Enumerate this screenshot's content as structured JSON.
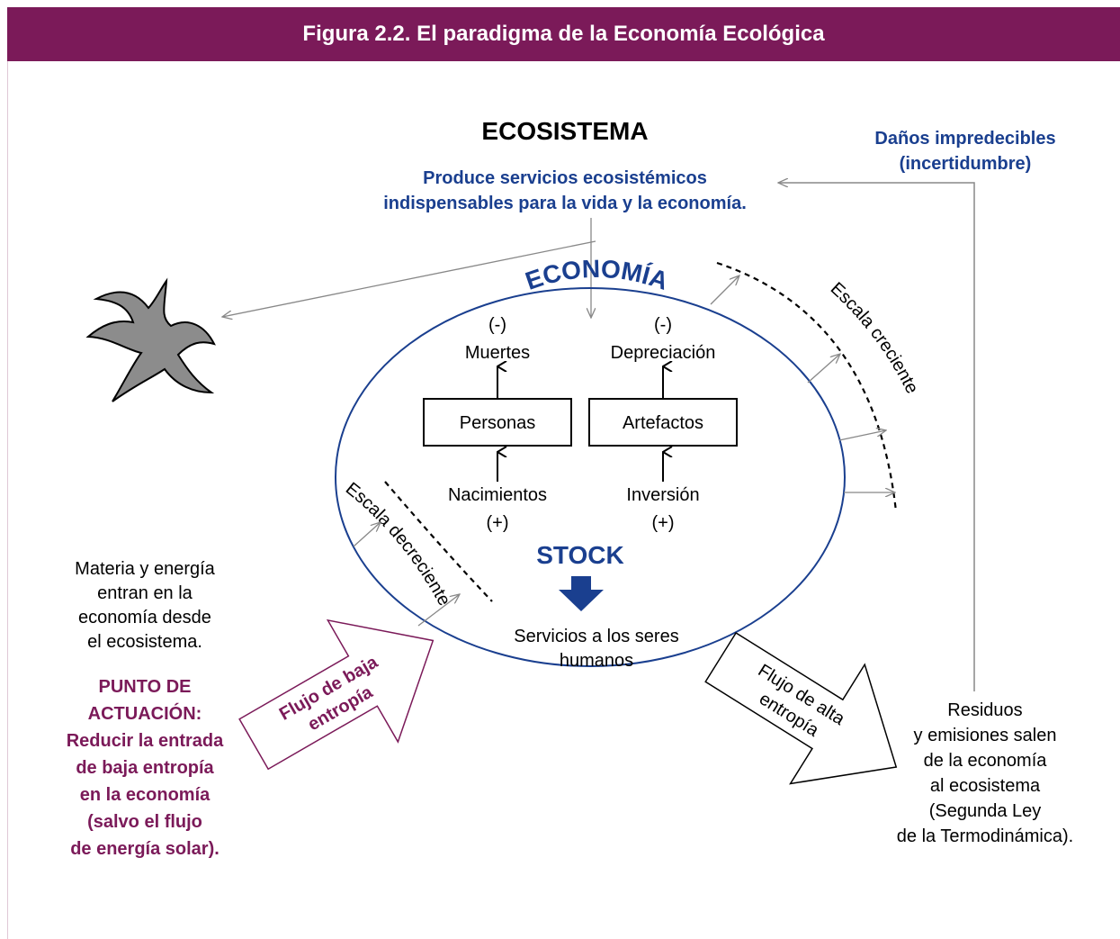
{
  "title": "Figura 2.2. El paradigma de la Economía Ecológica",
  "ecosystem": {
    "label": "ECOSISTEMA",
    "produces": [
      "Produce servicios ecosistémicos",
      "indispensables para la vida y la economía."
    ]
  },
  "damages": [
    "Daños impredecibles",
    "(incertidumbre)"
  ],
  "economy": {
    "label": "ECONOMÍA",
    "people": {
      "box": "Personas",
      "out_sign": "(-)",
      "out": "Muertes",
      "in": "Nacimientos",
      "in_sign": "(+)"
    },
    "artifacts": {
      "box": "Artefactos",
      "out_sign": "(-)",
      "out": "Depreciación",
      "in": "Inversión",
      "in_sign": "(+)"
    },
    "stock": "STOCK",
    "services": [
      "Servicios a los seres",
      "humanos"
    ]
  },
  "scale_growing": "Escala creciente",
  "scale_decreasing": "Escala decreciente",
  "inflow": {
    "arrow_label": [
      "Flujo de baja",
      "entropía"
    ],
    "text": [
      "Materia y energía",
      "entran en la",
      "economía desde",
      "el ecosistema."
    ],
    "action": [
      "PUNTO DE",
      "ACTUACIÓN:",
      "Reducir la entrada",
      "de baja entropía",
      "en la economía",
      "(salvo el flujo",
      "de energía solar)."
    ]
  },
  "outflow": {
    "arrow_label": [
      "Flujo de alta",
      "entropía"
    ],
    "text": [
      "Residuos",
      "y emisiones salen",
      "de la economía",
      "al ecosistema",
      "(Segunda Ley",
      "de la Termodinámica)."
    ]
  },
  "colors": {
    "header": "#7b1a59",
    "blue": "#1a3f8f",
    "purple": "#7b1a59",
    "sun": "#8c8c8c"
  },
  "icons": {
    "sun": "sun-icon"
  }
}
